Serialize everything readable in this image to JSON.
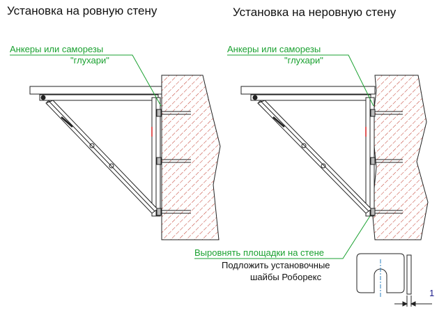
{
  "titles": {
    "left": "Установка на ровную стену",
    "right": "Установка на неровную стену"
  },
  "labels": {
    "anchors_line1": "Анкеры или саморезы",
    "anchors_line2": "\"глухари\"",
    "align_pads": "Выровнять площадки на стене",
    "washers_line1": "Подложить установочные",
    "washers_line2": "шайбы Роборекс",
    "washer_thickness": "1"
  },
  "colors": {
    "leader": "#1aa130",
    "wall_hatch": "#c0392b",
    "line": "#222222",
    "accent_red": "#d21f1f"
  }
}
